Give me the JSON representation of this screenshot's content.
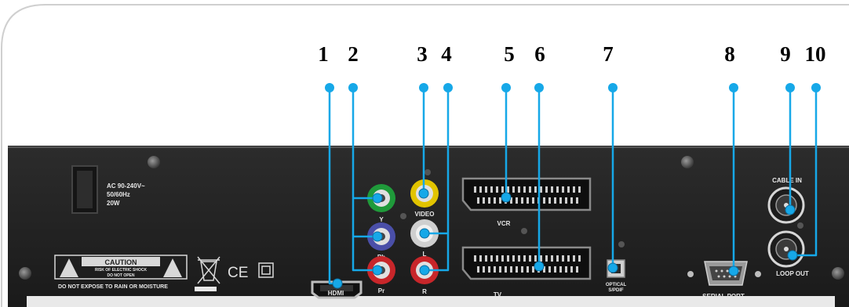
{
  "callouts": [
    "1",
    "2",
    "3",
    "4",
    "5",
    "6",
    "7",
    "8",
    "9",
    "10"
  ],
  "panel": {
    "power_rating": [
      "AC 90-240V~",
      "50/60Hz",
      "20W"
    ],
    "caution_title": "CAUTION",
    "caution_sub1": "RISK OF ELECTRIC SHOCK",
    "caution_sub2": "DO NOT OPEN",
    "warning": "DO NOT EXPOSE TO RAIN OR MOISTURE",
    "ce_mark": "CE",
    "labels": {
      "y": "Y",
      "pb": "Pb",
      "pr": "Pr",
      "video": "VIDEO",
      "l": "L",
      "r": "R",
      "hdmi": "HDMI",
      "vcr": "VCR",
      "tv": "TV",
      "optical1": "OPTICAL",
      "optical2": "S/PDIF",
      "serial": "SERIAL PORT",
      "cable_in": "CABLE IN",
      "loop_out": "LOOP OUT"
    }
  },
  "colors": {
    "leader": "#16a8e8",
    "panel": "#222222",
    "rca_green": "#1f9a3a",
    "rca_blue": "#4a4fa8",
    "rca_red": "#c8262a",
    "rca_yellow": "#e2c400",
    "rca_white": "#cfcfcf"
  }
}
